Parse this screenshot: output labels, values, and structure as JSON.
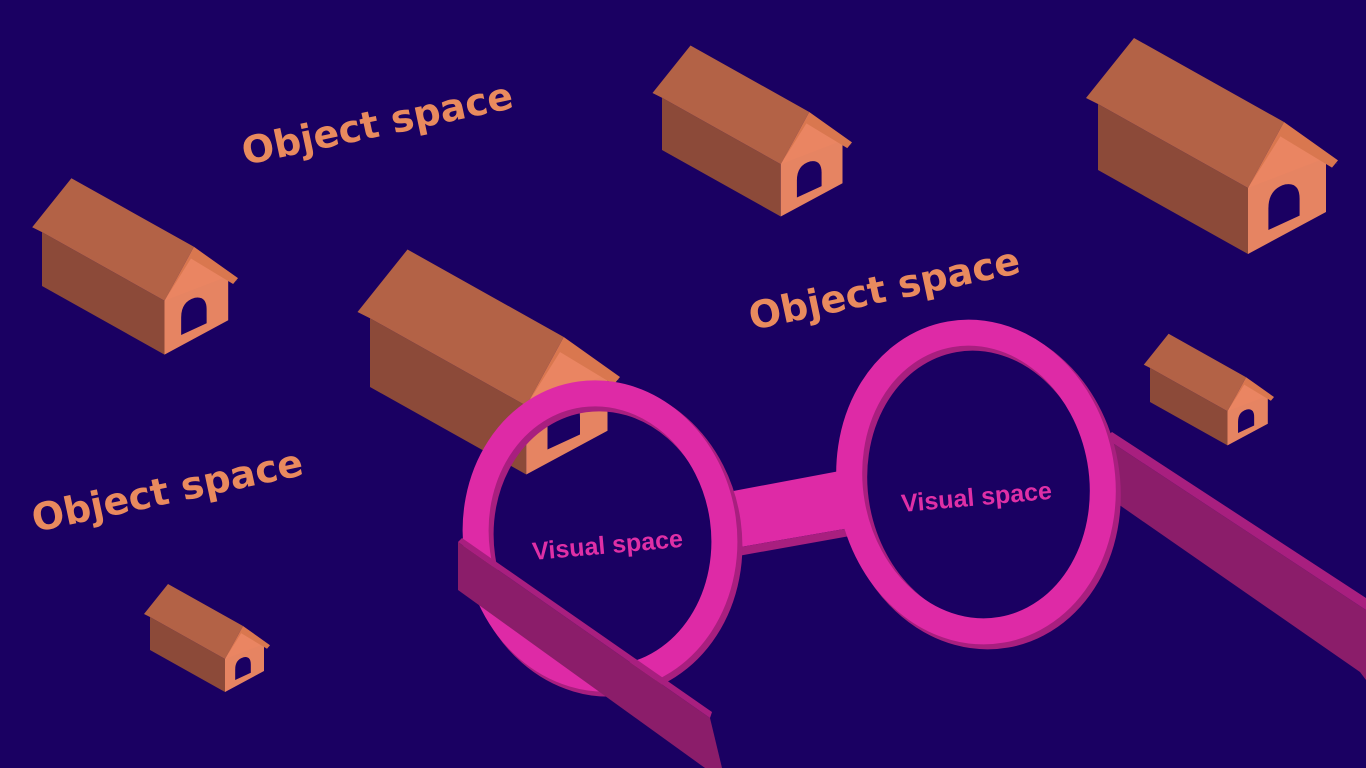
{
  "labels": {
    "object_space_1": "Object space",
    "object_space_2": "Object space",
    "object_space_3": "Object space",
    "visual_space_left": "Visual space",
    "visual_space_right": "Visual space"
  },
  "colors": {
    "background": "#1a0062",
    "object_label": "#e98a5e",
    "visual_label": "#df2fa6",
    "house_roof_top": "#b36246",
    "house_gable": "#ea8562",
    "house_wall_side": "#8c4a39",
    "house_wall_front": "#e68462",
    "glasses_frame": "#de2aa6",
    "glasses_frame_edge": "#a81f7f",
    "glasses_temple": "#8b1d6a"
  },
  "icons": {
    "house": "house-icon",
    "glasses": "eyeglasses-icon"
  }
}
